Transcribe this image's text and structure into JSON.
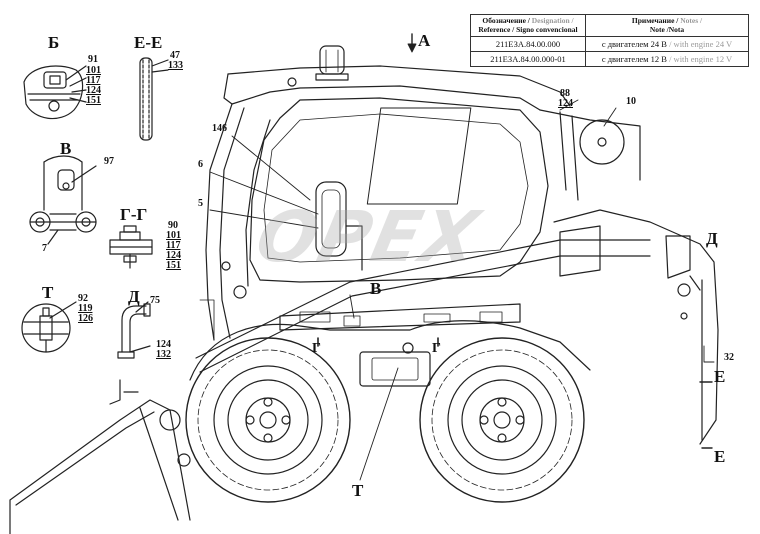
{
  "table": {
    "header_designation_ru": "Обозначение /",
    "header_designation_en": "Designation /",
    "header_designation_2": "Reference / Signo convencional",
    "header_notes_ru": "Примечание /",
    "header_notes_en": "Notes /",
    "header_notes_2": "Note /Nota",
    "rows": [
      {
        "designation": "211ЕЗА.84.00.000",
        "note_ru": "с двигателем 24 В",
        "note_en": "/ with engine 24 V"
      },
      {
        "designation": "211ЕЗА.84.00.000-01",
        "note_ru": "с двигателем 12 В",
        "note_en": "/ with engine 12 V"
      }
    ]
  },
  "watermark": "OPEX",
  "view_labels": {
    "b": "Б",
    "e": "Е-Е",
    "v": "В",
    "g": "Г-Г",
    "t": "Т",
    "d": "Д",
    "a_arrow": "А",
    "v_main": "В",
    "g_left": "Г",
    "g_right": "Г",
    "d_main": "Д",
    "e_top": "Е",
    "e_bottom": "Е",
    "t_main": "Т"
  },
  "callouts": {
    "b_stack": [
      "91",
      "101",
      "117",
      "124",
      "151"
    ],
    "e_stack": [
      "47",
      "133"
    ],
    "v_97": "97",
    "v_7": "7",
    "g_stack": [
      "90",
      "101",
      "117",
      "124",
      "151"
    ],
    "t_stack": [
      "92",
      "119",
      "126"
    ],
    "d_75": "75",
    "d_stack": [
      "124",
      "132"
    ],
    "main_146": "146",
    "main_6": "6",
    "main_5": "5",
    "main_88": "88",
    "main_124": "124",
    "main_10": "10",
    "main_32": "32"
  }
}
